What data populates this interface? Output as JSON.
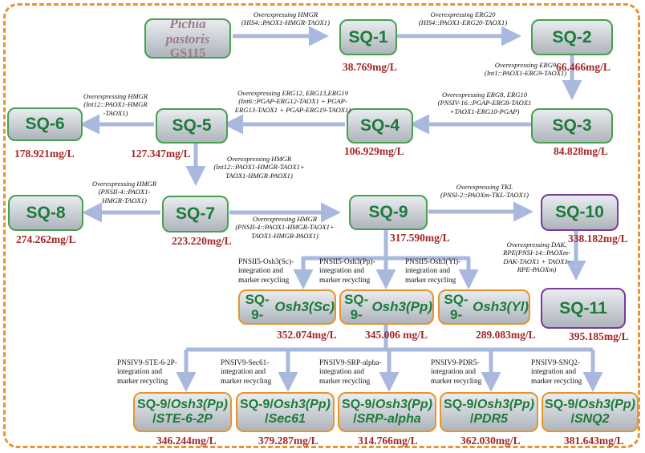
{
  "start": {
    "line1": "Pichia pastoris",
    "line2": "GS115"
  },
  "nodes": {
    "sq1": "SQ-1",
    "sq2": "SQ-2",
    "sq3": "SQ-3",
    "sq4": "SQ-4",
    "sq5": "SQ-5",
    "sq6": "SQ-6",
    "sq7": "SQ-7",
    "sq8": "SQ-8",
    "sq9": "SQ-9",
    "sq10": "SQ-10",
    "sq11": "SQ-11",
    "osh_sc_a": "SQ-9-",
    "osh_sc_b": "Osh3(Sc)",
    "osh_pp_a": "SQ-9-",
    "osh_pp_b": "Osh3(Pp)",
    "osh_yl_a": "SQ-9-",
    "osh_yl_b": "Osh3(Yl)",
    "b1_a": "SQ-9/",
    "b1_b": "Osh3(Pp)",
    "b1_c": "/",
    "b1_d": "STE-6-2P",
    "b2_a": "SQ-9/",
    "b2_b": "Osh3(Pp)",
    "b2_c": "/",
    "b2_d": "Sec61",
    "b3_a": "SQ-9/",
    "b3_b": "Osh3(Pp)",
    "b3_c": "/",
    "b3_d": "SRP-alpha",
    "b4_a": "SQ-9/",
    "b4_b": "Osh3(Pp)",
    "b4_c": "/",
    "b4_d": "PDR5",
    "b5_a": "SQ-9/",
    "b5_b": "Osh3(Pp)",
    "b5_c": "/",
    "b5_d": "SNQ2"
  },
  "titers": {
    "sq1": "38.769mg/L",
    "sq2": "66.466mg/L",
    "sq3": "84.828mg/L",
    "sq4": "106.929mg/L",
    "sq5": "127.347mg/L",
    "sq6": "178.921mg/L",
    "sq7": "223.220mg/L",
    "sq8": "274.262mg/L",
    "sq9": "317.590mg/L",
    "sq10": "338.182mg/L",
    "sq11": "395.185mg/L",
    "osh_sc": "352.074mg/L",
    "osh_pp": "345.006 mg/L",
    "osh_yl": "289.083mg/L",
    "b1": "346.244mg/L",
    "b2": "379.287mg/L",
    "b3": "314.766mg/L",
    "b4": "362.030mg/L",
    "b5": "381.643mg/L"
  },
  "steps": {
    "s1_l1": "Overexpressing HMGR",
    "s1_l2": "(HIS4::PAOX1-HMGR-TAOX1)",
    "s2_l1": "Overexpressing ERG20",
    "s2_l2": "(HIS4::PAOX1-ERG20-TAOX1)",
    "s3_l1": "Overexpressing ERG9",
    "s3_l2": "(Int1::PAOX1-ERG9-TAOX1)",
    "s4_l1": "Overexpressing ERG8, ERG10",
    "s4_l2": "(PNSIV-16::PGAP-ERG8-TAOX1",
    "s4_l3": "+TAOX1-ERG10-PGAP)",
    "s5_l1": "Overexpressing ERG12, ERG13,ERG19",
    "s5_l2": "(Int6::PGAP-ERG12-TAOX1 + PGAP-",
    "s5_l3": "ERG13-TAOX1 + PGAP-ERG19-TAOX1)",
    "s6_l1": "Overexpressing HMGR",
    "s6_l2": "(Int12::PAOX1-HMGR",
    "s6_l3": "-TAOX1)",
    "s7_l1": "Overexpressing HMGR",
    "s7_l2": "(Int12::PAOX1-HMGR-TAOX1+",
    "s7_l3": "TAOX1-HMGR-PAOX1)",
    "s8_l1": "Overexpressing HMGR",
    "s8_l2": "(PNSII-4::PAOX1-",
    "s8_l3": "HMGR-TAOX1)",
    "s9_l1": "Overexpressing HMGR",
    "s9_l2": "(PNSII-4::PAOX1-HMGR-TAOX1+",
    "s9_l3": "TAOX1-HMGR-PAOX1)",
    "s10_l1": "Overexpressing TKL",
    "s10_l2": "(PNSI-2::PAOXm-TKL-TAOX1)",
    "s11_l1": "Overexpressing DAK,",
    "s11_l2": "RPE(PNSI-14::PAOXm-",
    "s11_l3": "DAK-TAOX1 + TAOX1-",
    "s11_l4": "RPE-PAOXm)",
    "o1_l1": "PNSII5-Osh3(Sc)-",
    "o2_l1": "PNSII5-Osh3(Pp)-",
    "o3_l1": "PNSII5-Osh3(Yl)-",
    "o_l2": "integration and",
    "o_l3": "marker recycling",
    "p1_l1": "PNSIV9-STE-6-2P-",
    "p2_l1": "PNSIV9-Sec61-",
    "p3_l1": "PNSIV9-SRP-alpha-",
    "p4_l1": "PNSIV9-PDR5-",
    "p5_l1": "PNSIV9-SNQ2-",
    "p_l2": "integration and",
    "p_l3": "marker recycling"
  },
  "colors": {
    "green_text": "#1d7a3a",
    "green_border": "#49a04e",
    "purple_border": "#7a3a9a",
    "orange_border": "#e8942c",
    "titer_red": "#a32626",
    "arrow_blue": "#a9b8dd"
  }
}
